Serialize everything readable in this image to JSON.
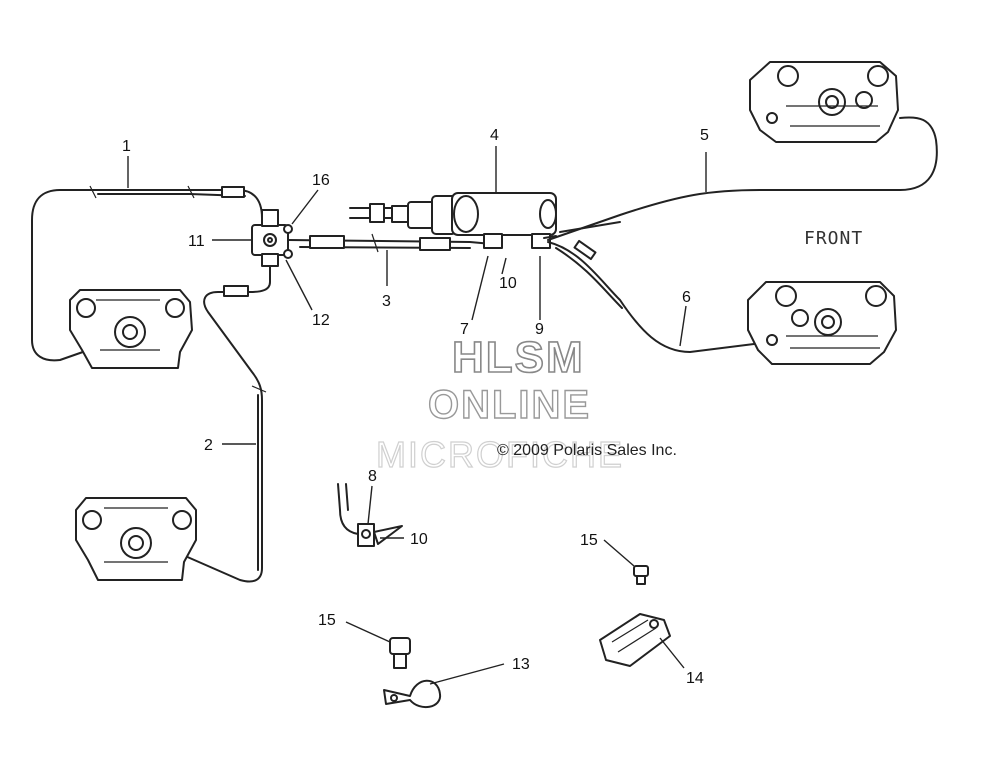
{
  "callouts": {
    "c1": "1",
    "c2": "2",
    "c3": "3",
    "c4": "4",
    "c5": "5",
    "c6": "6",
    "c7": "7",
    "c8": "8",
    "c9": "9",
    "c10a": "10",
    "c10b": "10",
    "c11": "11",
    "c12": "12",
    "c13": "13",
    "c14": "14",
    "c15a": "15",
    "c15b": "15",
    "c16": "16"
  },
  "direction_label": "FRONT",
  "watermark": {
    "line1": "HLSM",
    "line2": "ONLINE",
    "line3": "MICROFICHE"
  },
  "copyright": "© 2009 Polaris Sales Inc."
}
